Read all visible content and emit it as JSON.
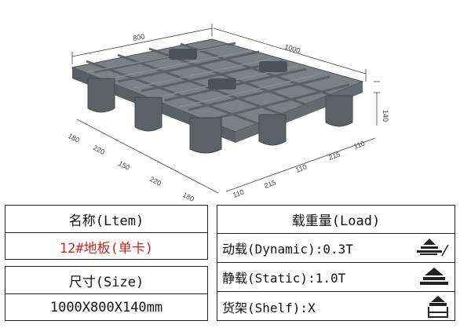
{
  "dimensions": {
    "length": "1000",
    "width": "800",
    "height": "140",
    "front_left": [
      "180",
      "220",
      "150",
      "220",
      "180"
    ],
    "front_right": [
      "110",
      "215",
      "110",
      "215",
      "110"
    ]
  },
  "item_table": {
    "name_header": "名称(Ltem)",
    "name_value": "12#地板(单卡)",
    "name_value_color": "#c8261e",
    "size_header": "尺寸(Size)",
    "size_value": "1000X800X140mm"
  },
  "load_table": {
    "header": "载重量(Load)",
    "dynamic": "动载(Dynamic):0.3T",
    "static": "静载(Static):1.0T",
    "shelf": "货架(Shelf):X"
  },
  "icons": [
    "dynamic-load-icon",
    "static-load-icon",
    "shelf-load-icon"
  ]
}
